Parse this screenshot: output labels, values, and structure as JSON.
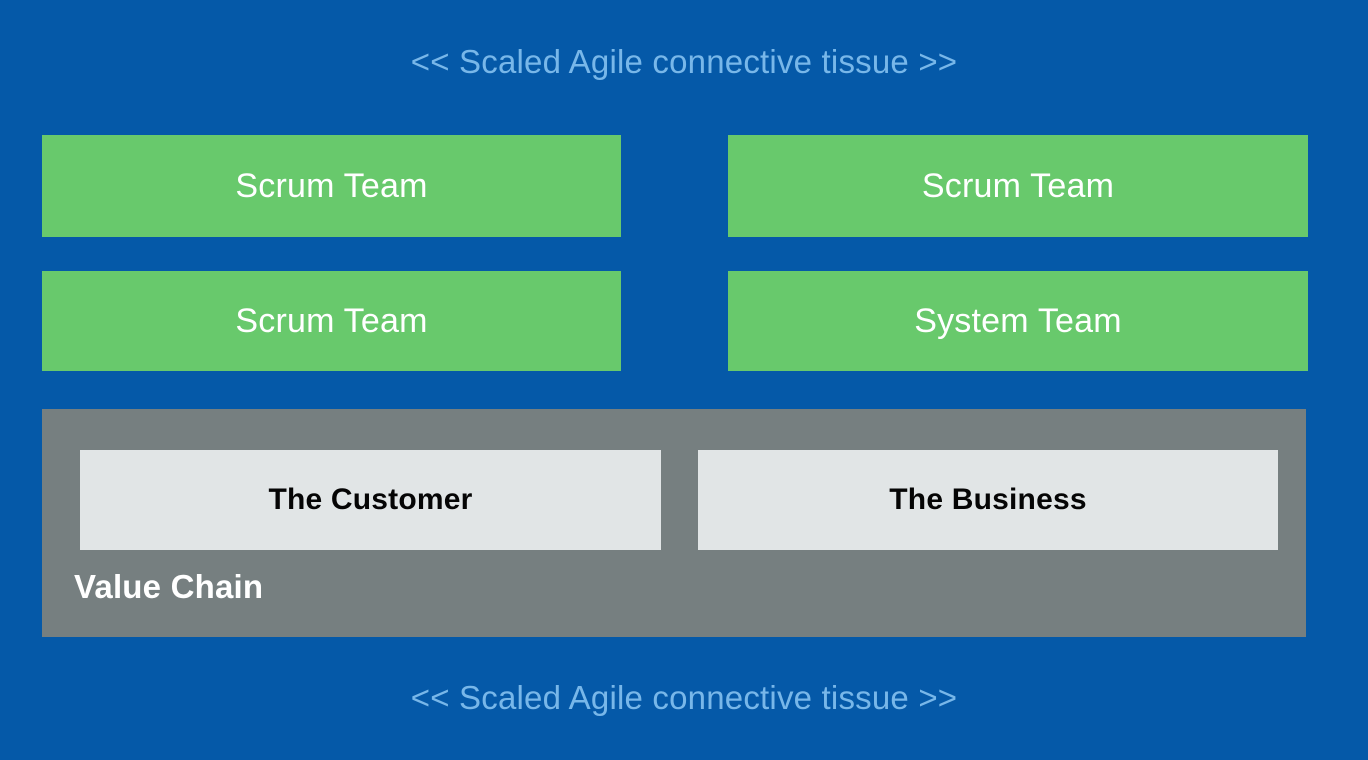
{
  "slide": {
    "background_color": "#0559a8",
    "caption_top": "<< Scaled Agile connective tissue >>",
    "caption_bottom": "<< Scaled Agile connective tissue >>",
    "caption_color": "#78b7e9"
  },
  "teams": {
    "box_color": "#68c96c",
    "text_color": "#ffffff",
    "items": [
      {
        "label": "Scrum Team",
        "column": "left",
        "row": 1
      },
      {
        "label": "Scrum Team",
        "column": "right",
        "row": 1
      },
      {
        "label": "Scrum Team",
        "column": "left",
        "row": 2
      },
      {
        "label": "System Team",
        "column": "right",
        "row": 2
      }
    ]
  },
  "value_chain": {
    "label": "Value Chain",
    "container_color": "#767f80",
    "label_color": "#ffffff",
    "entity_box_color": "#e1e5e6",
    "entity_text_color": "#050505",
    "entities": [
      {
        "label": "The Customer"
      },
      {
        "label": "The Business"
      }
    ]
  }
}
